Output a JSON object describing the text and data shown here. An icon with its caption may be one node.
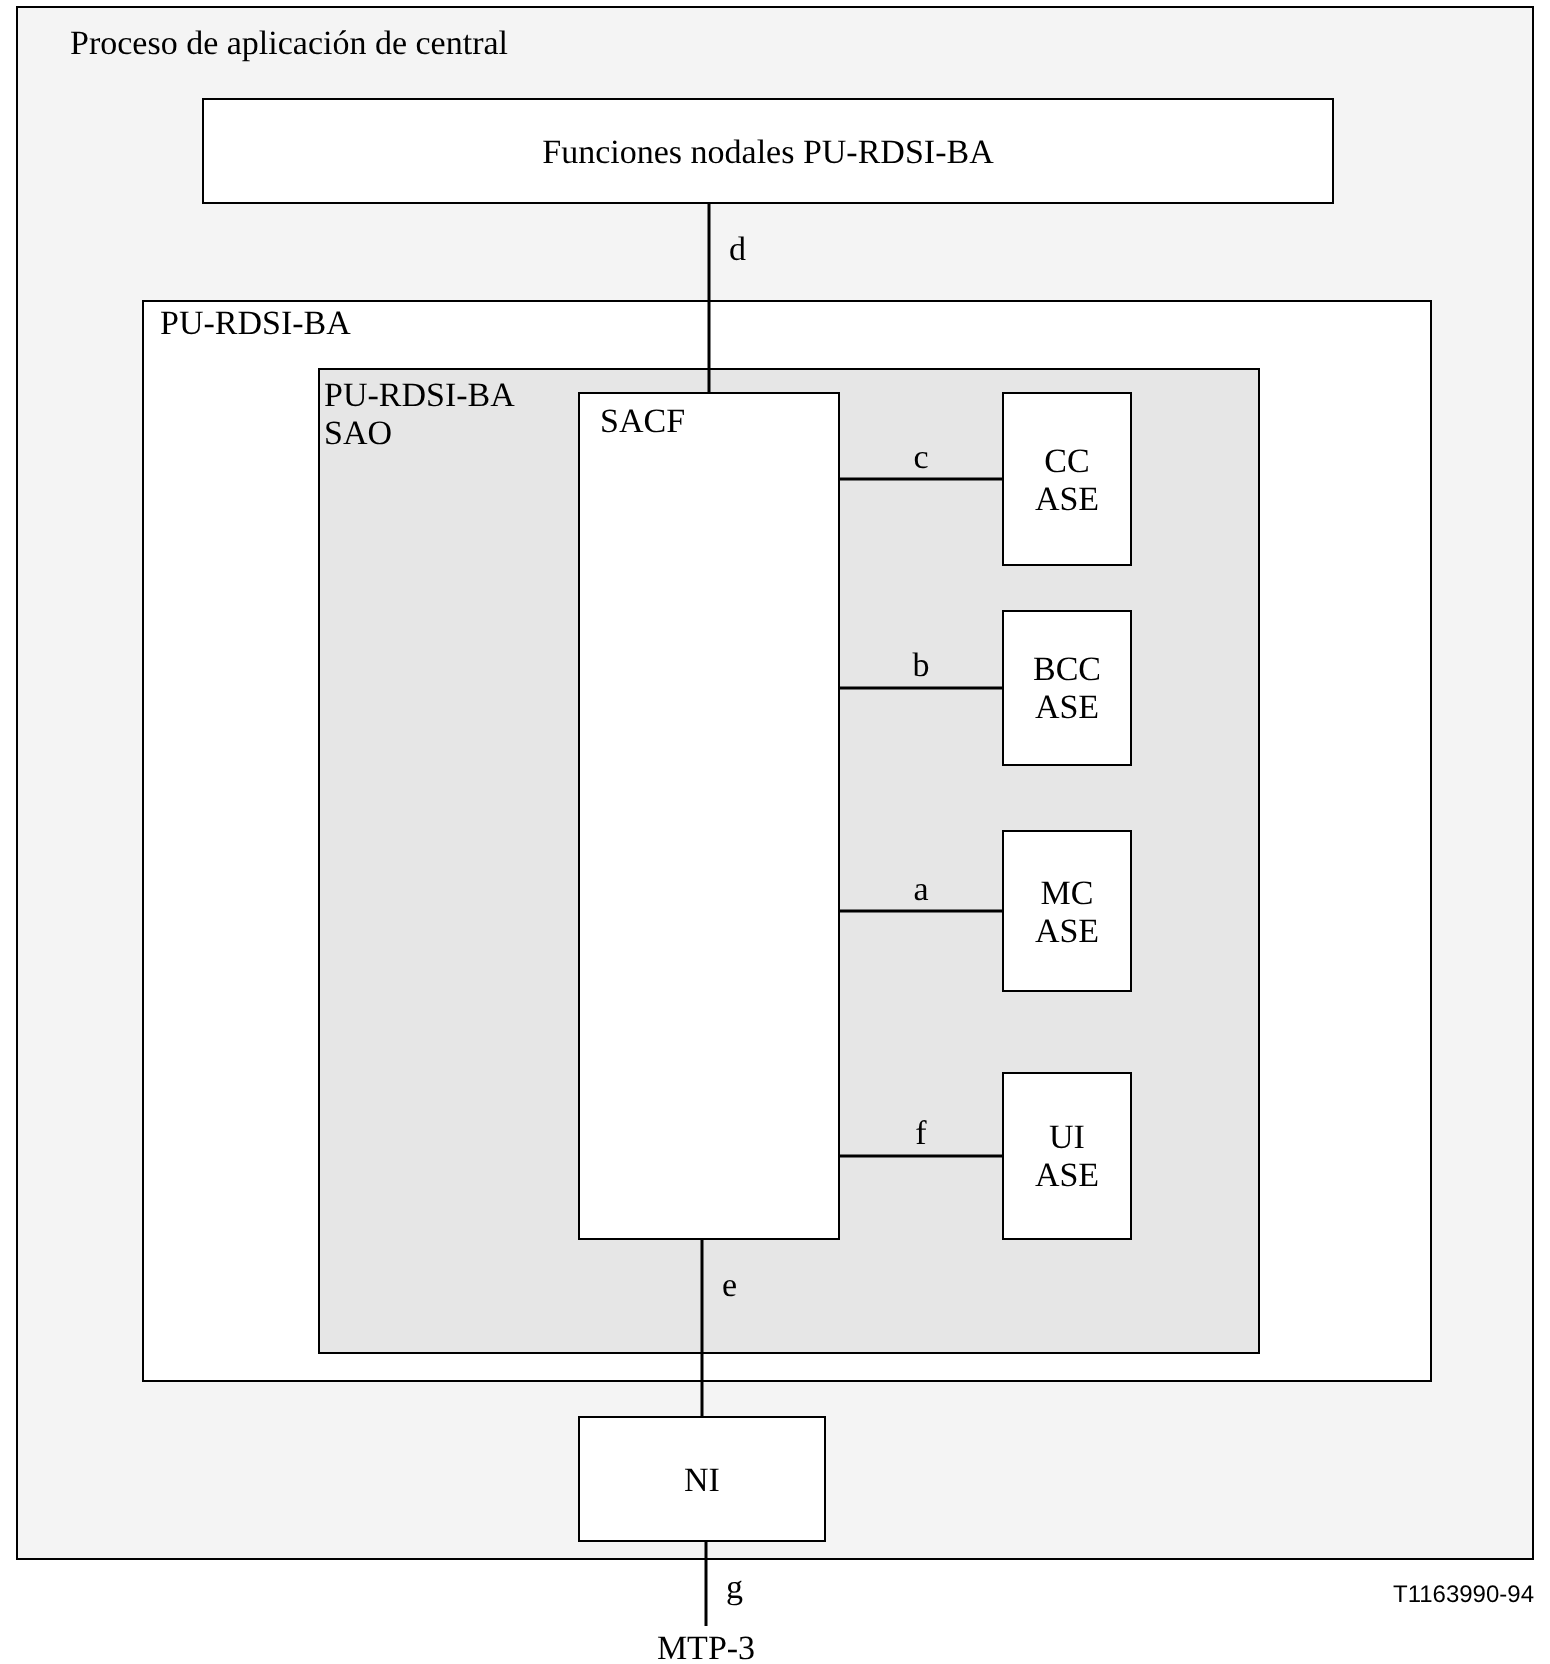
{
  "diagram": {
    "nodes": [
      {
        "text": [
          "Proceso de aplicación de central"
        ]
      },
      {
        "text": [
          "Funciones nodales PU-RDSI-BA"
        ],
        "in": 0
      },
      {
        "text": [
          "PU-RDSI-BA"
        ],
        "in": 0
      },
      {
        "text": [
          "PU-RDSI-BA SAO"
        ],
        "in": 2
      },
      {
        "text": [
          "SACF"
        ],
        "in": 3
      },
      {
        "text": [
          "CC ASE"
        ],
        "in": 3
      },
      {
        "text": [
          "BCC ASE"
        ],
        "in": 3
      },
      {
        "text": [
          "MC ASE"
        ],
        "in": 3
      },
      {
        "text": [
          "UI ASE"
        ],
        "in": 3
      },
      {
        "text": [
          "NI"
        ],
        "in": 0
      },
      {
        "text": [
          "MTP-3"
        ]
      }
    ],
    "edges": [
      {
        "from": 1,
        "to": 4,
        "arrow": "none",
        "label": "d"
      },
      {
        "from": 4,
        "to": 5,
        "arrow": "none",
        "label": "c"
      },
      {
        "from": 4,
        "to": 6,
        "arrow": "none",
        "label": "b"
      },
      {
        "from": 4,
        "to": 7,
        "arrow": "none",
        "label": "a"
      },
      {
        "from": 4,
        "to": 8,
        "arrow": "none",
        "label": "f"
      },
      {
        "from": 4,
        "to": 9,
        "arrow": "none",
        "label": "e"
      },
      {
        "from": 9,
        "to": 10,
        "arrow": "none",
        "label": "g"
      }
    ],
    "labels": [
      "T1163990-94"
    ]
  }
}
